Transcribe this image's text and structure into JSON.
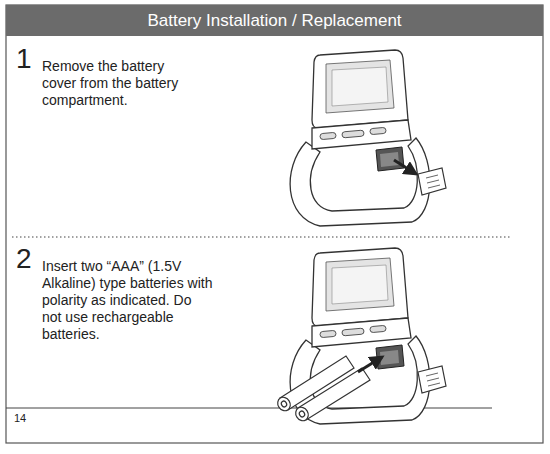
{
  "diagram": {
    "title": "Battery Installation / Replacement",
    "labels": [
      "1",
      "Remove the battery cover from the battery compartment.",
      "2",
      "Insert two “AAA” (1.5V Alkaline) type batteries with polarity as indicated. Do not use rechargeable batteries.",
      "14"
    ]
  }
}
